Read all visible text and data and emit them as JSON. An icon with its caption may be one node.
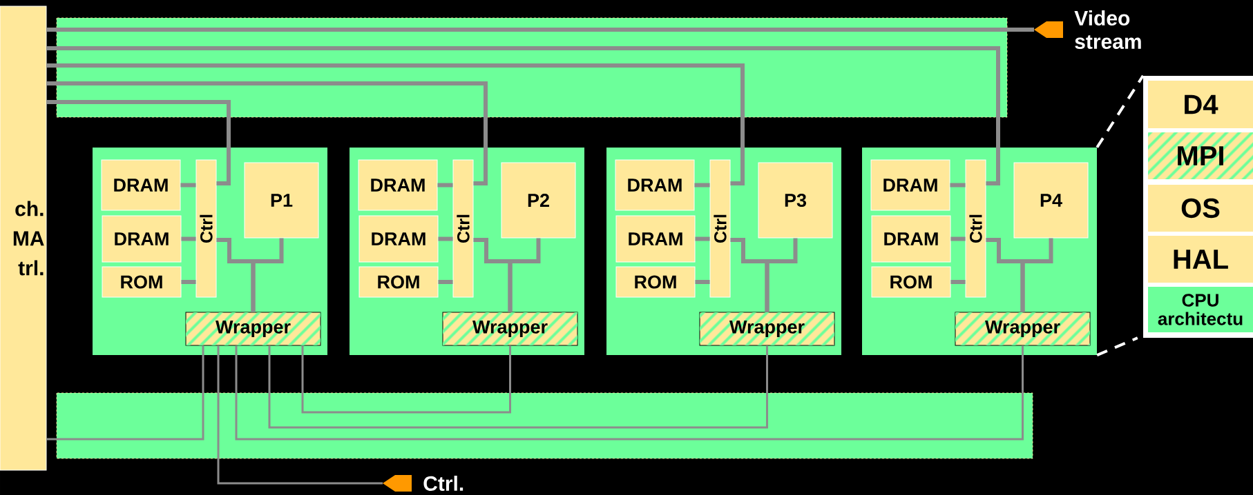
{
  "diagram": {
    "nodes": [
      {
        "text": [
          "ch. MA trl."
        ]
      },
      {
        "text": [
          "Video stream"
        ]
      },
      {
        "text": [
          "Ctrl."
        ]
      },
      {
        "text": [],
        "shape": "box"
      },
      {
        "text": [
          "DRAM"
        ],
        "in": 3
      },
      {
        "text": [
          "DRAM"
        ],
        "in": 3
      },
      {
        "text": [
          "ROM"
        ],
        "in": 3
      },
      {
        "text": [
          "Ctrl"
        ],
        "in": 3
      },
      {
        "text": [
          "P1"
        ],
        "in": 3
      },
      {
        "text": [
          "Wrapper"
        ],
        "in": 3
      },
      {
        "text": [],
        "shape": "box"
      },
      {
        "text": [
          "DRAM"
        ],
        "in": 10
      },
      {
        "text": [
          "DRAM"
        ],
        "in": 10
      },
      {
        "text": [
          "ROM"
        ],
        "in": 10
      },
      {
        "text": [
          "Ctrl"
        ],
        "in": 10
      },
      {
        "text": [
          "P2"
        ],
        "in": 10
      },
      {
        "text": [
          "Wrapper"
        ],
        "in": 10
      },
      {
        "text": [],
        "shape": "box"
      },
      {
        "text": [
          "DRAM"
        ],
        "in": 17
      },
      {
        "text": [
          "DRAM"
        ],
        "in": 17
      },
      {
        "text": [
          "ROM"
        ],
        "in": 17
      },
      {
        "text": [
          "Ctrl"
        ],
        "in": 17
      },
      {
        "text": [
          "P3"
        ],
        "in": 17
      },
      {
        "text": [
          "Wrapper"
        ],
        "in": 17
      },
      {
        "text": [],
        "shape": "box"
      },
      {
        "text": [
          "DRAM"
        ],
        "in": 24
      },
      {
        "text": [
          "DRAM"
        ],
        "in": 24
      },
      {
        "text": [
          "ROM"
        ],
        "in": 24
      },
      {
        "text": [
          "Ctrl"
        ],
        "in": 24
      },
      {
        "text": [
          "P4"
        ],
        "in": 24
      },
      {
        "text": [
          "Wrapper"
        ],
        "in": 24
      },
      {
        "text": [],
        "shape": "box"
      },
      {
        "text": [
          "D4"
        ],
        "in": 31
      },
      {
        "text": [
          "MPI"
        ],
        "in": 31
      },
      {
        "text": [
          "OS"
        ],
        "in": 31
      },
      {
        "text": [
          "HAL"
        ],
        "in": 31
      },
      {
        "text": [
          "CPU architectu"
        ],
        "in": 31
      }
    ],
    "edges": [
      {
        "from": 0,
        "to": 1,
        "arrow": "none"
      },
      {
        "from": 4,
        "to": 7,
        "arrow": "none"
      },
      {
        "from": 5,
        "to": 7,
        "arrow": "none"
      },
      {
        "from": 6,
        "to": 7,
        "arrow": "none"
      },
      {
        "from": 0,
        "to": 7,
        "arrow": "none"
      },
      {
        "from": 7,
        "to": 9,
        "arrow": "none"
      },
      {
        "from": 8,
        "to": 9,
        "arrow": "none"
      },
      {
        "from": 11,
        "to": 14,
        "arrow": "none"
      },
      {
        "from": 12,
        "to": 14,
        "arrow": "none"
      },
      {
        "from": 13,
        "to": 14,
        "arrow": "none"
      },
      {
        "from": 0,
        "to": 14,
        "arrow": "none"
      },
      {
        "from": 14,
        "to": 16,
        "arrow": "none"
      },
      {
        "from": 15,
        "to": 16,
        "arrow": "none"
      },
      {
        "from": 18,
        "to": 21,
        "arrow": "none"
      },
      {
        "from": 19,
        "to": 21,
        "arrow": "none"
      },
      {
        "from": 20,
        "to": 21,
        "arrow": "none"
      },
      {
        "from": 0,
        "to": 21,
        "arrow": "none"
      },
      {
        "from": 21,
        "to": 23,
        "arrow": "none"
      },
      {
        "from": 22,
        "to": 23,
        "arrow": "none"
      },
      {
        "from": 25,
        "to": 28,
        "arrow": "none"
      },
      {
        "from": 26,
        "to": 28,
        "arrow": "none"
      },
      {
        "from": 27,
        "to": 28,
        "arrow": "none"
      },
      {
        "from": 0,
        "to": 28,
        "arrow": "none"
      },
      {
        "from": 28,
        "to": 30,
        "arrow": "none"
      },
      {
        "from": 29,
        "to": 30,
        "arrow": "none"
      },
      {
        "from": 9,
        "to": 0,
        "arrow": "none"
      },
      {
        "from": 9,
        "to": 16,
        "arrow": "none"
      },
      {
        "from": 9,
        "to": 23,
        "arrow": "none"
      },
      {
        "from": 9,
        "to": 30,
        "arrow": "none"
      },
      {
        "from": 9,
        "to": 2,
        "arrow": "none"
      },
      {
        "from": 24,
        "to": 31,
        "arrow": "none",
        "style": "dashed",
        "color": "#ffffff"
      },
      {
        "from": 24,
        "to": 31,
        "arrow": "none",
        "style": "dashed",
        "color": "#ffffff"
      }
    ]
  }
}
